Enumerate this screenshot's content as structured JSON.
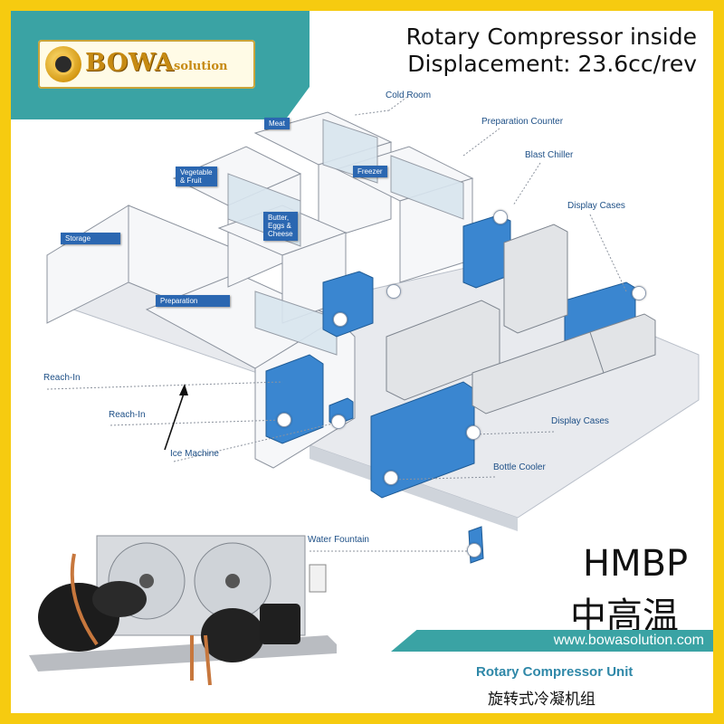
{
  "brand": {
    "name": "BOWA",
    "suffix": "solution"
  },
  "headline": {
    "line1": "Rotary Compressor inside",
    "line2": "Displacement: 23.6cc/rev"
  },
  "rooms": {
    "meat": "Meat",
    "vegetable": "Vegetable\n& Fruit",
    "butter": "Butter,\nEggs &\nCheese",
    "freezer": "Freezer",
    "storage": "Storage",
    "preparation": "Preparation"
  },
  "callouts": {
    "cold_room": "Cold Room",
    "prep_counter": "Preparation Counter",
    "blast_chiller": "Blast Chiller",
    "display_cases_top": "Display Cases",
    "display_cases_mid": "Display Cases",
    "reach_in_1": "Reach-In",
    "reach_in_2": "Reach-In",
    "ice_machine": "Ice Machine",
    "bottle_cooler": "Bottle Cooler",
    "water_fountain": "Water Fountain"
  },
  "model": {
    "code": "HMBP",
    "cn": "中高温"
  },
  "website": "www.bowasolution.com",
  "unit": {
    "en": "Rotary Compressor Unit",
    "cn": "旋转式冷凝机组"
  },
  "colors": {
    "frame": "#f6cb10",
    "teal": "#3aa3a4",
    "label_blue": "#2b67b1",
    "equipment_blue": "#3a86d0"
  }
}
